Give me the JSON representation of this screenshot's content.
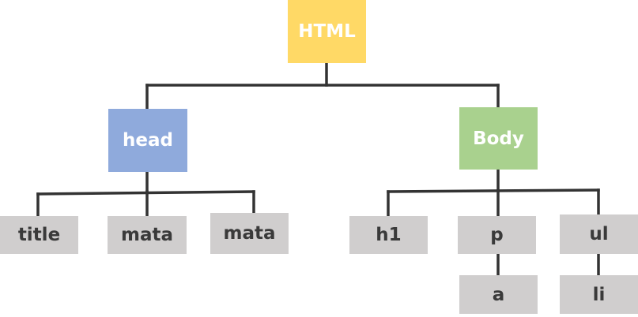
{
  "colors": {
    "root": "#ffd966",
    "head": "#8faadc",
    "body": "#a9d18e",
    "leaf": "#d0cece",
    "connector": "#333333"
  },
  "nodes": {
    "html": "HTML",
    "head": "head",
    "body": "Body",
    "title": "title",
    "mata_1": "mata",
    "mata_2": "mata",
    "h1": "h1",
    "p": "p",
    "ul": "ul",
    "a": "a",
    "li": "li"
  }
}
